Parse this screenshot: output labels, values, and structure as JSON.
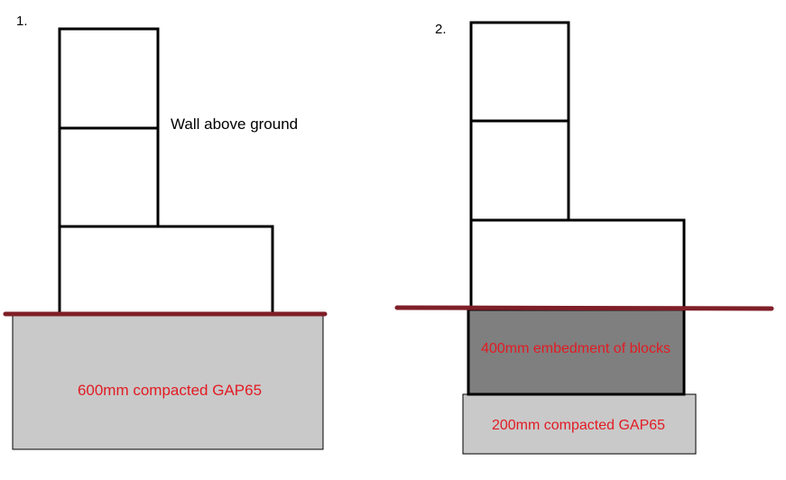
{
  "diagram1": {
    "number": "1.",
    "wall_label": "Wall above ground",
    "base_label": "600mm compacted GAP65"
  },
  "diagram2": {
    "number": "2.",
    "embedment_label": "400mm embedment of blocks",
    "base_label": "200mm compacted GAP65"
  },
  "colors": {
    "ground_line": "#7f1f27",
    "gravel_light": "#c9c9c9",
    "embedment_dark": "#7f7f7f",
    "label_red": "#e21b23",
    "outline": "#000000"
  }
}
